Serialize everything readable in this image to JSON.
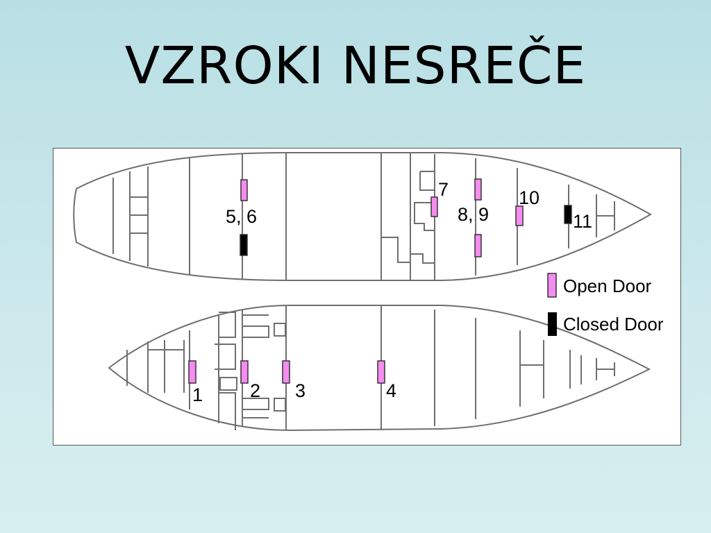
{
  "slide": {
    "title": "VZROKI NESREČE"
  },
  "diagram": {
    "doors": [
      {
        "label": "5, 6",
        "state": "open"
      },
      {
        "label": "5, 6",
        "state": "closed"
      },
      {
        "label": "7",
        "state": "open"
      },
      {
        "label": "8, 9",
        "state": "open"
      },
      {
        "label": "8, 9",
        "state": "open"
      },
      {
        "label": "10",
        "state": "open"
      },
      {
        "label": "11",
        "state": "closed"
      },
      {
        "label": "1",
        "state": "open"
      },
      {
        "label": "2",
        "state": "open"
      },
      {
        "label": "3",
        "state": "open"
      },
      {
        "label": "4",
        "state": "open"
      }
    ],
    "door_labels": {
      "d56": "5, 6",
      "d7": "7",
      "d89": "8, 9",
      "d10": "10",
      "d11": "11",
      "d1": "1",
      "d2": "2",
      "d3": "3",
      "d4": "4"
    },
    "legend": {
      "open_label": "Open Door",
      "closed_label": "Closed Door"
    },
    "colors": {
      "open_door": "#f58cf0",
      "closed_door": "#000000",
      "hull_line": "#6e6e6e"
    }
  }
}
